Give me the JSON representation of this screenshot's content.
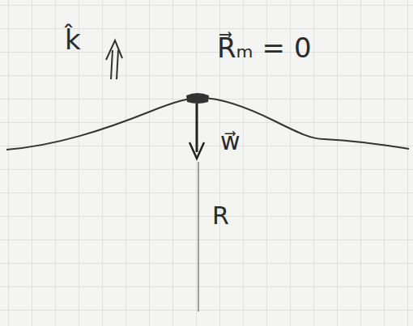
{
  "diagram": {
    "labels": [
      "k̂",
      "R⃗ₘ = 0",
      "w⃗",
      "R"
    ]
  }
}
